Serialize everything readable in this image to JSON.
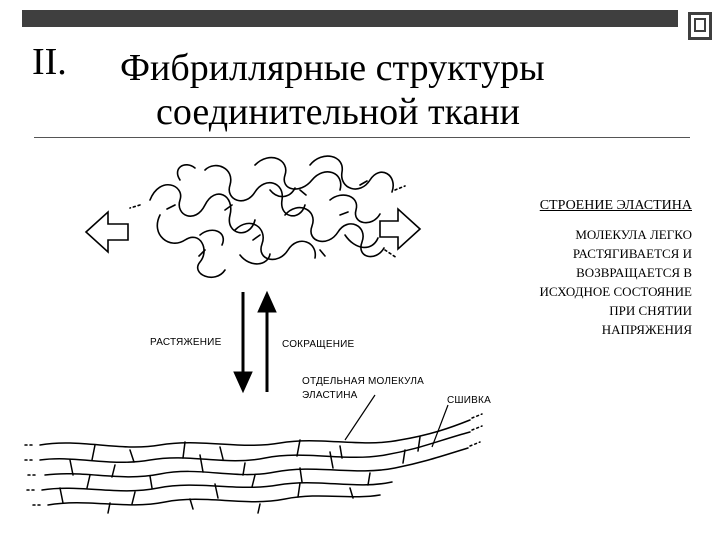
{
  "slide": {
    "number": "II.",
    "title_line1": "Фибриллярные структуры",
    "title_line2": "соединительной ткани"
  },
  "info": {
    "heading": "СТРОЕНИЕ ЭЛАСТИНА",
    "lines": [
      "МОЛЕКУЛА ЛЕГКО",
      "РАСТЯГИВАЕТСЯ И",
      "ВОЗВРАЩАЕТСЯ В",
      "ИСХОДНОЕ СОСТОЯНИЕ",
      "ПРИ СНЯТИИ",
      "НАПРЯЖЕНИЯ"
    ]
  },
  "diagram": {
    "label_stretch": "РАСТЯЖЕНИЕ",
    "label_contract": "СОКРАЩЕНИЕ",
    "label_molecule_1": "ОТДЕЛЬНАЯ МОЛЕКУЛА",
    "label_molecule_2": "ЭЛАСТИНА",
    "label_crosslink": "СШИВКА"
  },
  "colors": {
    "top_bar": "#3f3f3f",
    "line": "#000000"
  }
}
